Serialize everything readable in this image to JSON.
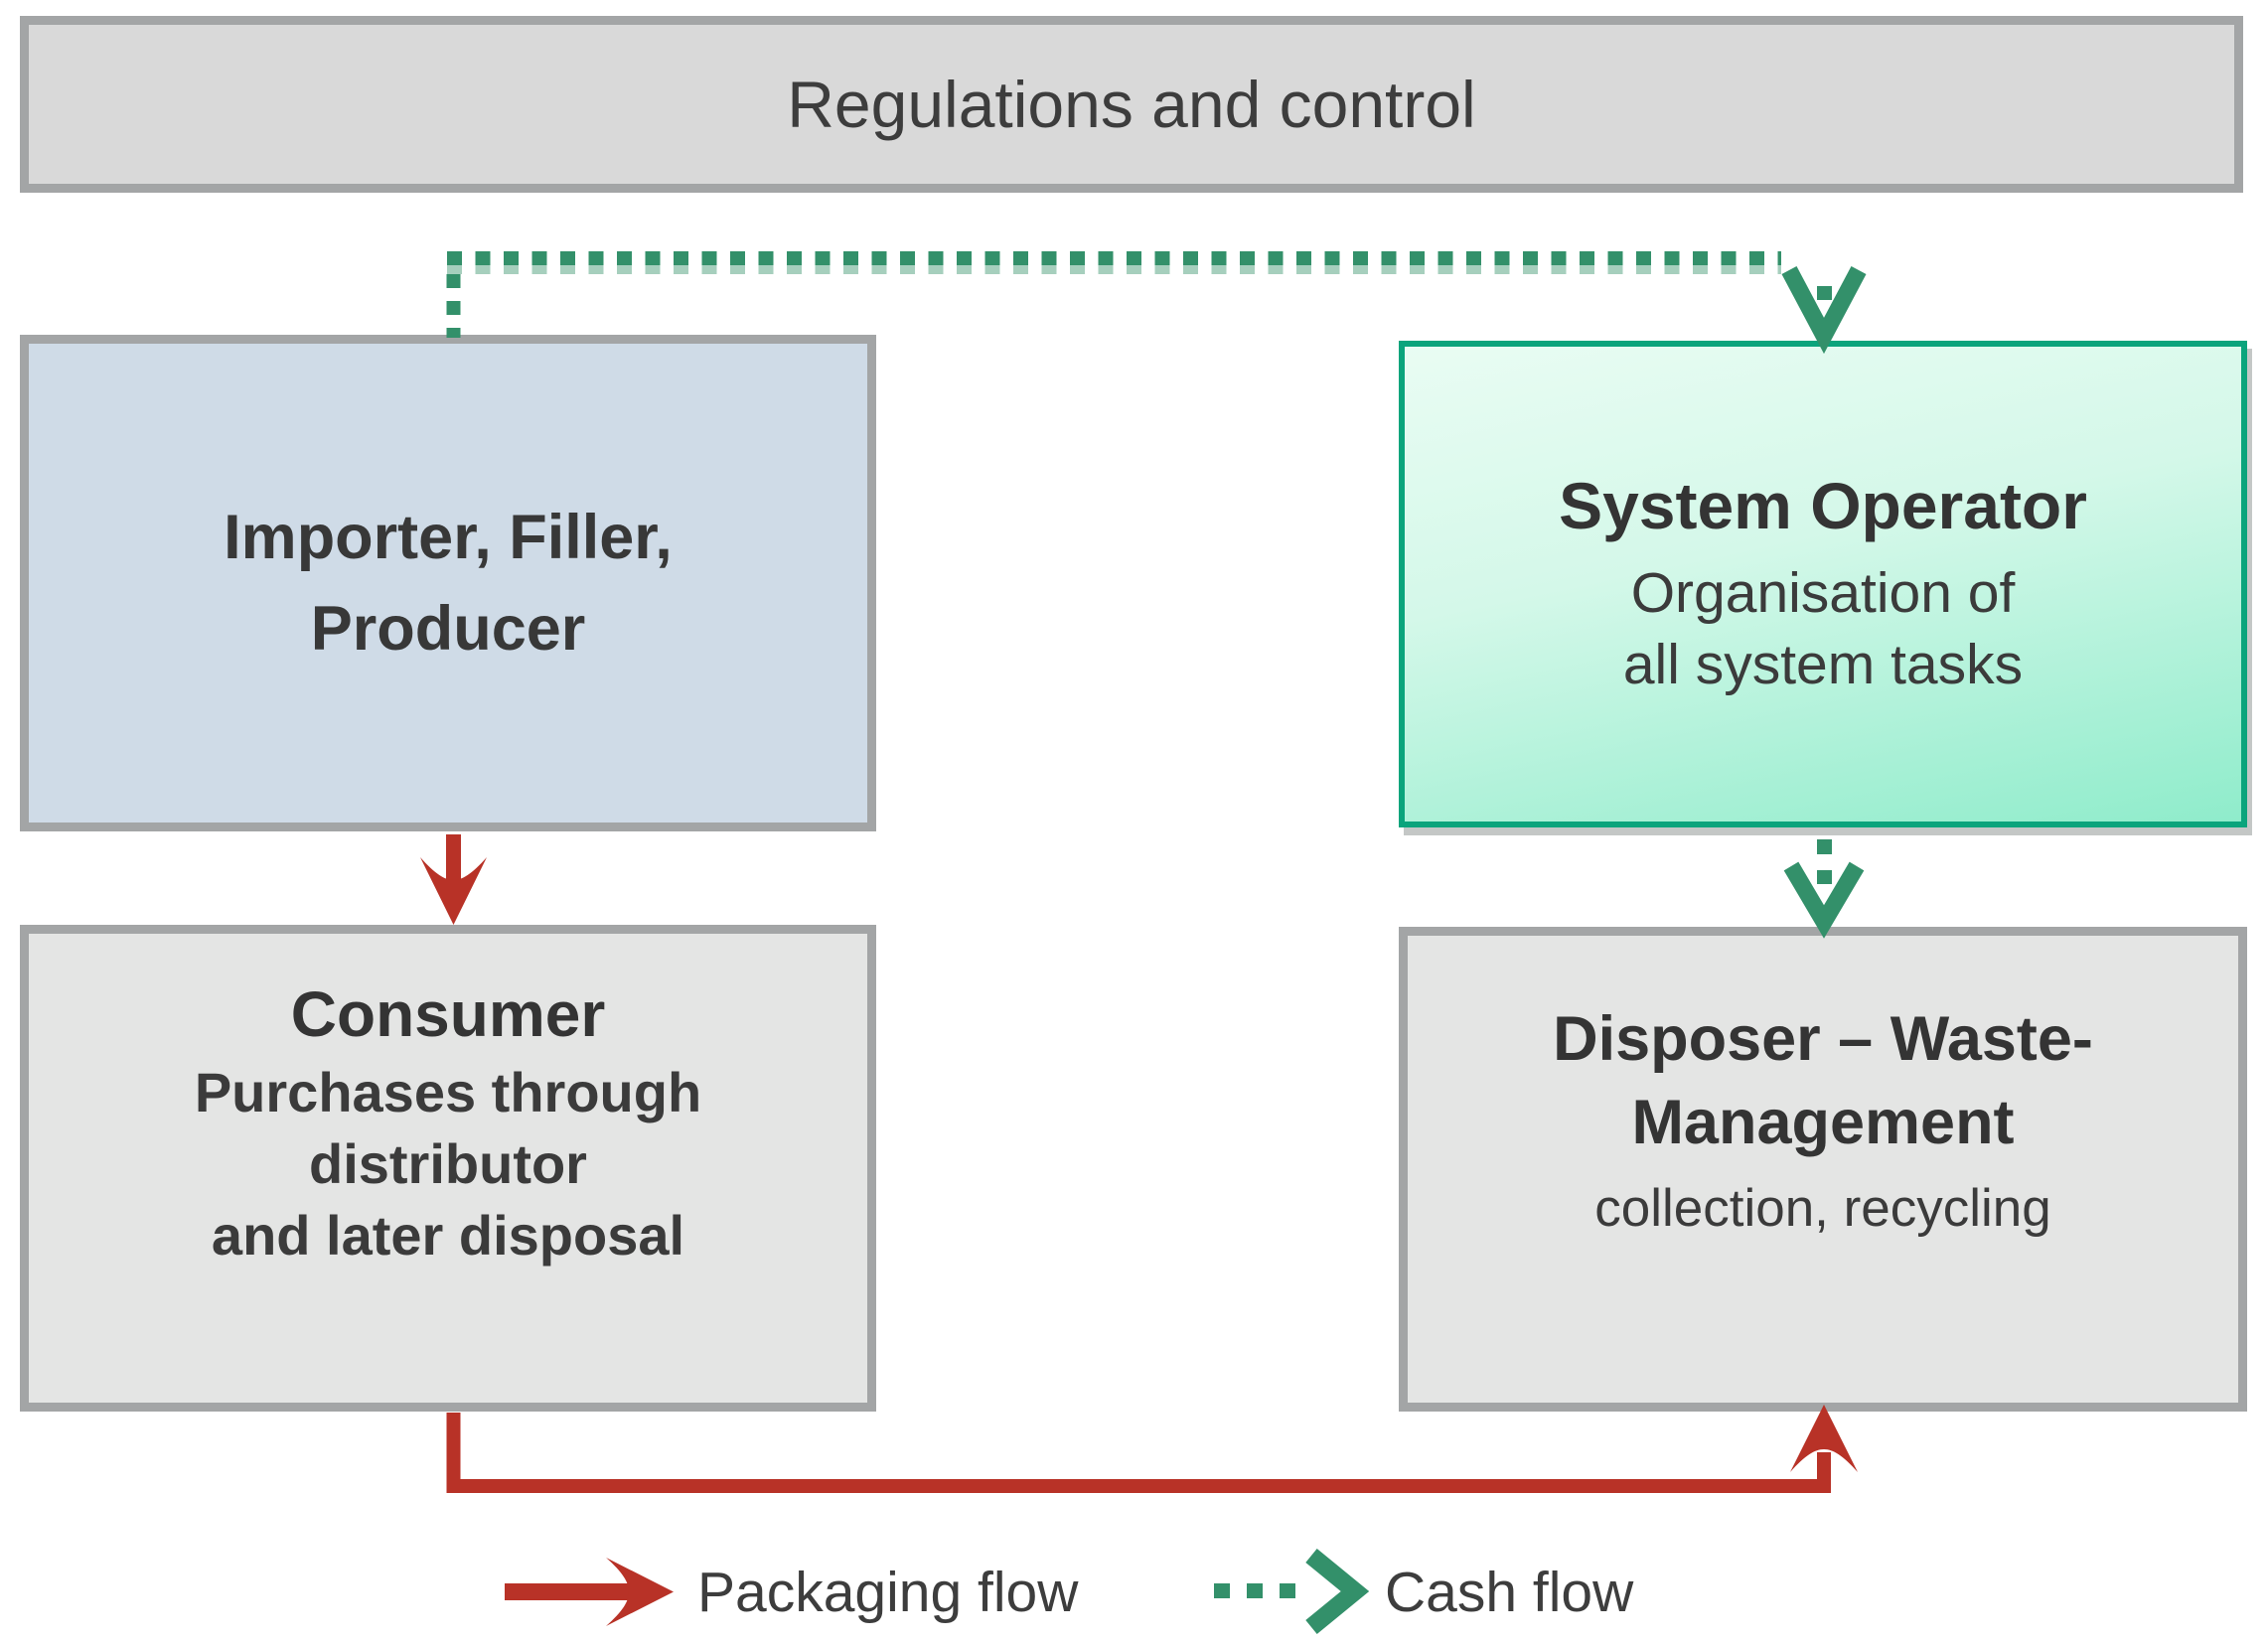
{
  "title_bar": {
    "label": "Regulations and control"
  },
  "boxes": {
    "importer": {
      "lines": [
        "Importer, Filler,",
        "Producer"
      ]
    },
    "system_operator": {
      "title": "System Operator",
      "subtitle_lines": [
        "Organisation of",
        "all system tasks"
      ]
    },
    "consumer": {
      "title": "Consumer",
      "subtitle_lines": [
        "Purchases through",
        "distributor",
        "and later disposal"
      ]
    },
    "disposer": {
      "title_lines": [
        "Disposer – Waste-",
        "Management"
      ],
      "subtitle": "collection, recycling"
    }
  },
  "legend": {
    "packaging": {
      "label": "Packaging flow"
    },
    "cash": {
      "label": "Cash flow"
    }
  },
  "flows": {
    "packaging": [
      "importer → consumer",
      "consumer → disposer"
    ],
    "cash": [
      "importer → system_operator",
      "system_operator → disposer"
    ]
  },
  "colors": {
    "packaging_red": "#b83227",
    "cash_green_dark": "#33906a",
    "cash_green_light": "#a6cfbd",
    "box_border_gray": "#a3a5a6",
    "title_bar_fill": "#d9d9d9",
    "importer_fill": "#cfdbe7",
    "gray_box_fill": "#e4e5e4",
    "system_operator_border": "#0ba47c",
    "system_operator_fill_top": "#e9fcf3",
    "system_operator_fill_bottom": "#8feccb",
    "text_dark": "#3b3b3b"
  }
}
